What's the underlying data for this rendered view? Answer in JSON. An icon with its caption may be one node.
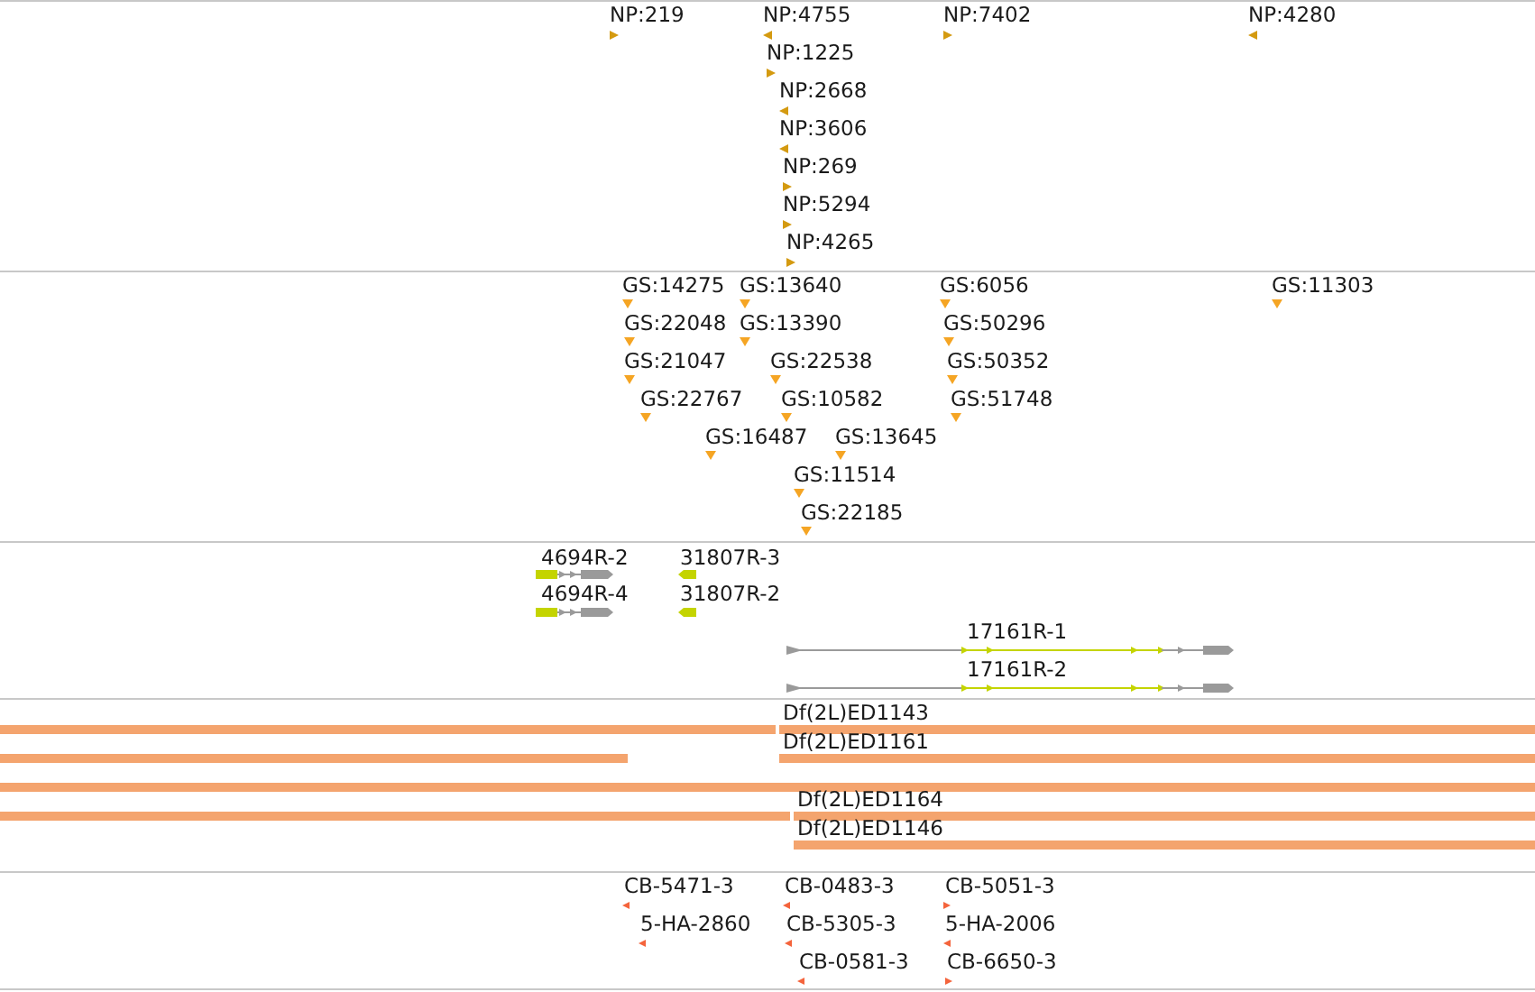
{
  "diagram": {
    "nodes": [
      {
        "text": [
          "NP:219"
        ]
      },
      {
        "text": [
          "NP:4755"
        ]
      },
      {
        "text": [
          "NP:7402"
        ]
      },
      {
        "text": [
          "NP:4280"
        ]
      },
      {
        "text": [
          "NP:1225"
        ]
      },
      {
        "text": [
          "NP:2668"
        ]
      },
      {
        "text": [
          "NP:3606"
        ]
      },
      {
        "text": [
          "NP:269"
        ]
      },
      {
        "text": [
          "NP:5294"
        ]
      },
      {
        "text": [
          "NP:4265"
        ]
      },
      {
        "text": [
          "GS:14275"
        ]
      },
      {
        "text": [
          "GS:13640"
        ]
      },
      {
        "text": [
          "GS:6056"
        ]
      },
      {
        "text": [
          "GS:11303"
        ]
      },
      {
        "text": [
          "GS:22048"
        ]
      },
      {
        "text": [
          "GS:13390"
        ]
      },
      {
        "text": [
          "GS:50296"
        ]
      },
      {
        "text": [
          "GS:21047"
        ]
      },
      {
        "text": [
          "GS:22538"
        ]
      },
      {
        "text": [
          "GS:50352"
        ]
      },
      {
        "text": [
          "GS:22767"
        ]
      },
      {
        "text": [
          "GS:10582"
        ]
      },
      {
        "text": [
          "GS:51748"
        ]
      },
      {
        "text": [
          "GS:16487"
        ]
      },
      {
        "text": [
          "GS:13645"
        ]
      },
      {
        "text": [
          "GS:11514"
        ]
      },
      {
        "text": [
          "GS:22185"
        ]
      },
      {
        "text": [
          "4694R-2"
        ]
      },
      {
        "text": [
          "31807R-3"
        ]
      },
      {
        "text": [
          "4694R-4"
        ]
      },
      {
        "text": [
          "31807R-2"
        ]
      },
      {
        "text": [
          "17161R-1"
        ]
      },
      {
        "text": [
          "17161R-2"
        ]
      },
      {
        "text": [],
        "shape": "bar"
      },
      {
        "text": [
          "Df(2L)ED1143"
        ]
      },
      {
        "text": [],
        "shape": "bar"
      },
      {
        "text": [
          "Df(2L)ED1161"
        ]
      },
      {
        "text": [],
        "shape": "bar"
      },
      {
        "text": [],
        "shape": "bar"
      },
      {
        "text": [
          "Df(2L)ED1164"
        ]
      },
      {
        "text": [
          "Df(2L)ED1146"
        ]
      },
      {
        "text": [
          "CB-5471-3"
        ]
      },
      {
        "text": [
          "CB-0483-3"
        ]
      },
      {
        "text": [
          "CB-5051-3"
        ]
      },
      {
        "text": [
          "5-HA-2860"
        ]
      },
      {
        "text": [
          "CB-5305-3"
        ]
      },
      {
        "text": [
          "5-HA-2006"
        ]
      },
      {
        "text": [
          "CB-0581-3"
        ]
      },
      {
        "text": [
          "CB-6650-3"
        ]
      }
    ]
  }
}
